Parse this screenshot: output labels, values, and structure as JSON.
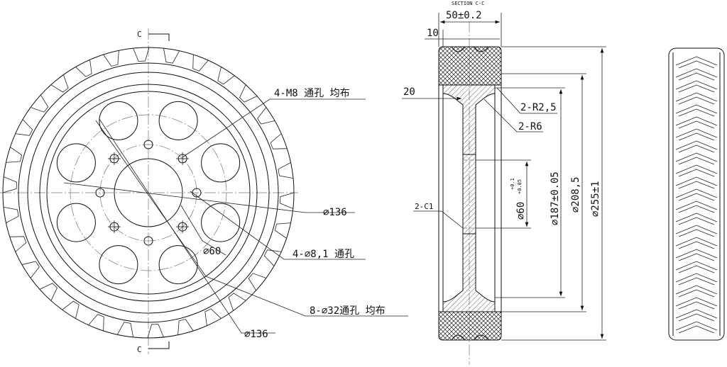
{
  "front_view": {
    "section_mark_top": "C",
    "section_mark_bottom": "C",
    "callouts": {
      "thread_holes": "4-M8 通孔 均布",
      "pcd_outer": "⌀136",
      "small_holes": "4-⌀8,1 通孔",
      "bore": "⌀60",
      "lightening_holes": "8-⌀32通孔 均布",
      "pcd_lower": "⌀136"
    }
  },
  "section_view": {
    "title": "SECTION C-C",
    "width_dim": "50±0.2",
    "rim_dim": "10",
    "web_dim": "20",
    "radius_large": "2-R2,5",
    "radius_small": "2-R6",
    "chamfer": "2-C1",
    "bore_dim": "⌀60",
    "bore_tol_upper": "+0.1",
    "bore_tol_lower": "+0.05",
    "hub_dim": "⌀187±0.05",
    "rim_inner_dim": "⌀208,5",
    "outer_dim": "⌀255±1"
  }
}
